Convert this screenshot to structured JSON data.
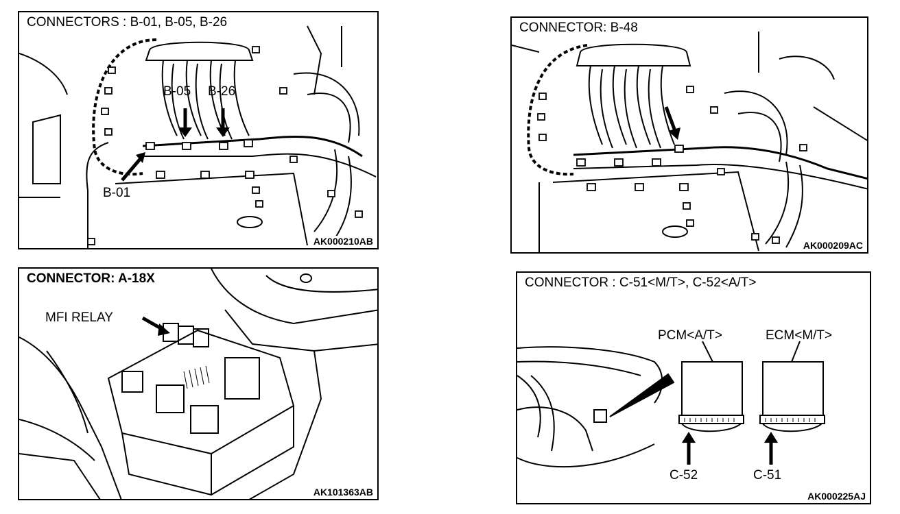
{
  "panels": {
    "p1": {
      "title": "CONNECTORS : B-01, B-05, B-26",
      "labels": {
        "b05": "B-05",
        "b26": "B-26",
        "b01": "B-01"
      },
      "code": "AK000210AB"
    },
    "p2": {
      "title": "CONNECTOR: B-48",
      "code": "AK000209AC"
    },
    "p3": {
      "title": "CONNECTOR: A-18X",
      "labels": {
        "relay": "MFI RELAY"
      },
      "code": "AK101363AB"
    },
    "p4": {
      "title": "CONNECTOR : C-51<M/T>, C-52<A/T>",
      "labels": {
        "pcm": "PCM<A/T>",
        "ecm": "ECM<M/T>",
        "c52": "C-52",
        "c51": "C-51"
      },
      "code": "AK000225AJ"
    }
  }
}
